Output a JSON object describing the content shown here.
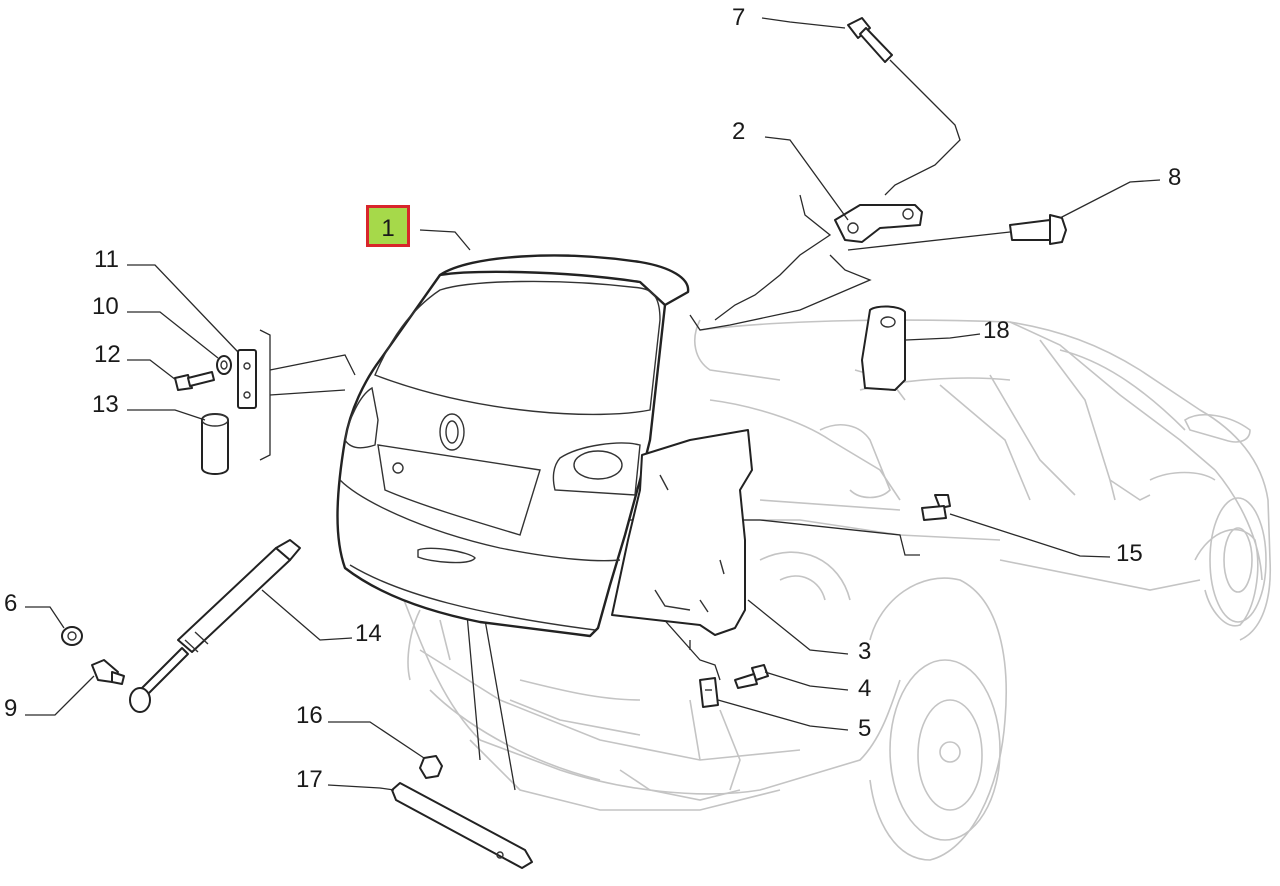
{
  "callouts": [
    {
      "id": "1",
      "text": "1",
      "selected": true
    },
    {
      "id": "2",
      "text": "2"
    },
    {
      "id": "3",
      "text": "3"
    },
    {
      "id": "4",
      "text": "4"
    },
    {
      "id": "5",
      "text": "5"
    },
    {
      "id": "6",
      "text": "6"
    },
    {
      "id": "7",
      "text": "7"
    },
    {
      "id": "8",
      "text": "8"
    },
    {
      "id": "9",
      "text": "9"
    },
    {
      "id": "10",
      "text": "10"
    },
    {
      "id": "11",
      "text": "11"
    },
    {
      "id": "12",
      "text": "12"
    },
    {
      "id": "13",
      "text": "13"
    },
    {
      "id": "14",
      "text": "14"
    },
    {
      "id": "15",
      "text": "15"
    },
    {
      "id": "16",
      "text": "16"
    },
    {
      "id": "17",
      "text": "17"
    },
    {
      "id": "18",
      "text": "18"
    }
  ],
  "colors": {
    "selected_fill": "#a6d94a",
    "selected_border": "#d8262b",
    "outline": "#222222",
    "car_ghost": "#c4c4c4"
  }
}
